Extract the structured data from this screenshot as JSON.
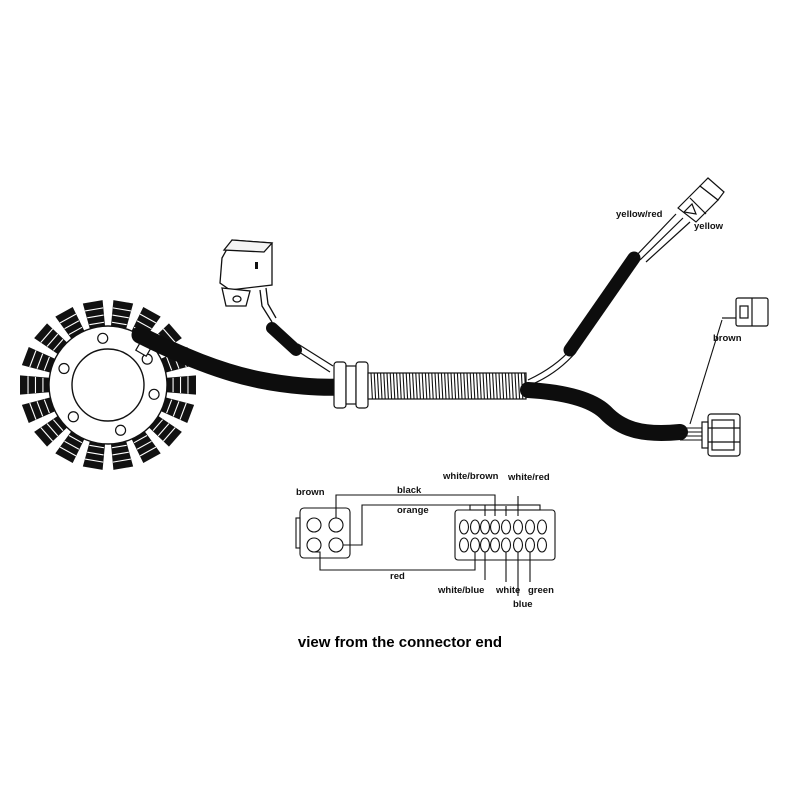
{
  "harness_labels": {
    "yellow_red": "yellow/red",
    "yellow": "yellow",
    "brown": "brown"
  },
  "connector_labels": {
    "brown": "brown",
    "black": "black",
    "orange": "orange",
    "red": "red",
    "white_brown": "white/brown",
    "white_red": "white/red",
    "white_blue": "white/blue",
    "white": "white",
    "blue": "blue",
    "green": "green"
  },
  "caption": "view from the connector end",
  "colors": {
    "ink": "#111111",
    "sleeve": "#0d0d0d",
    "paper": "#ffffff"
  }
}
